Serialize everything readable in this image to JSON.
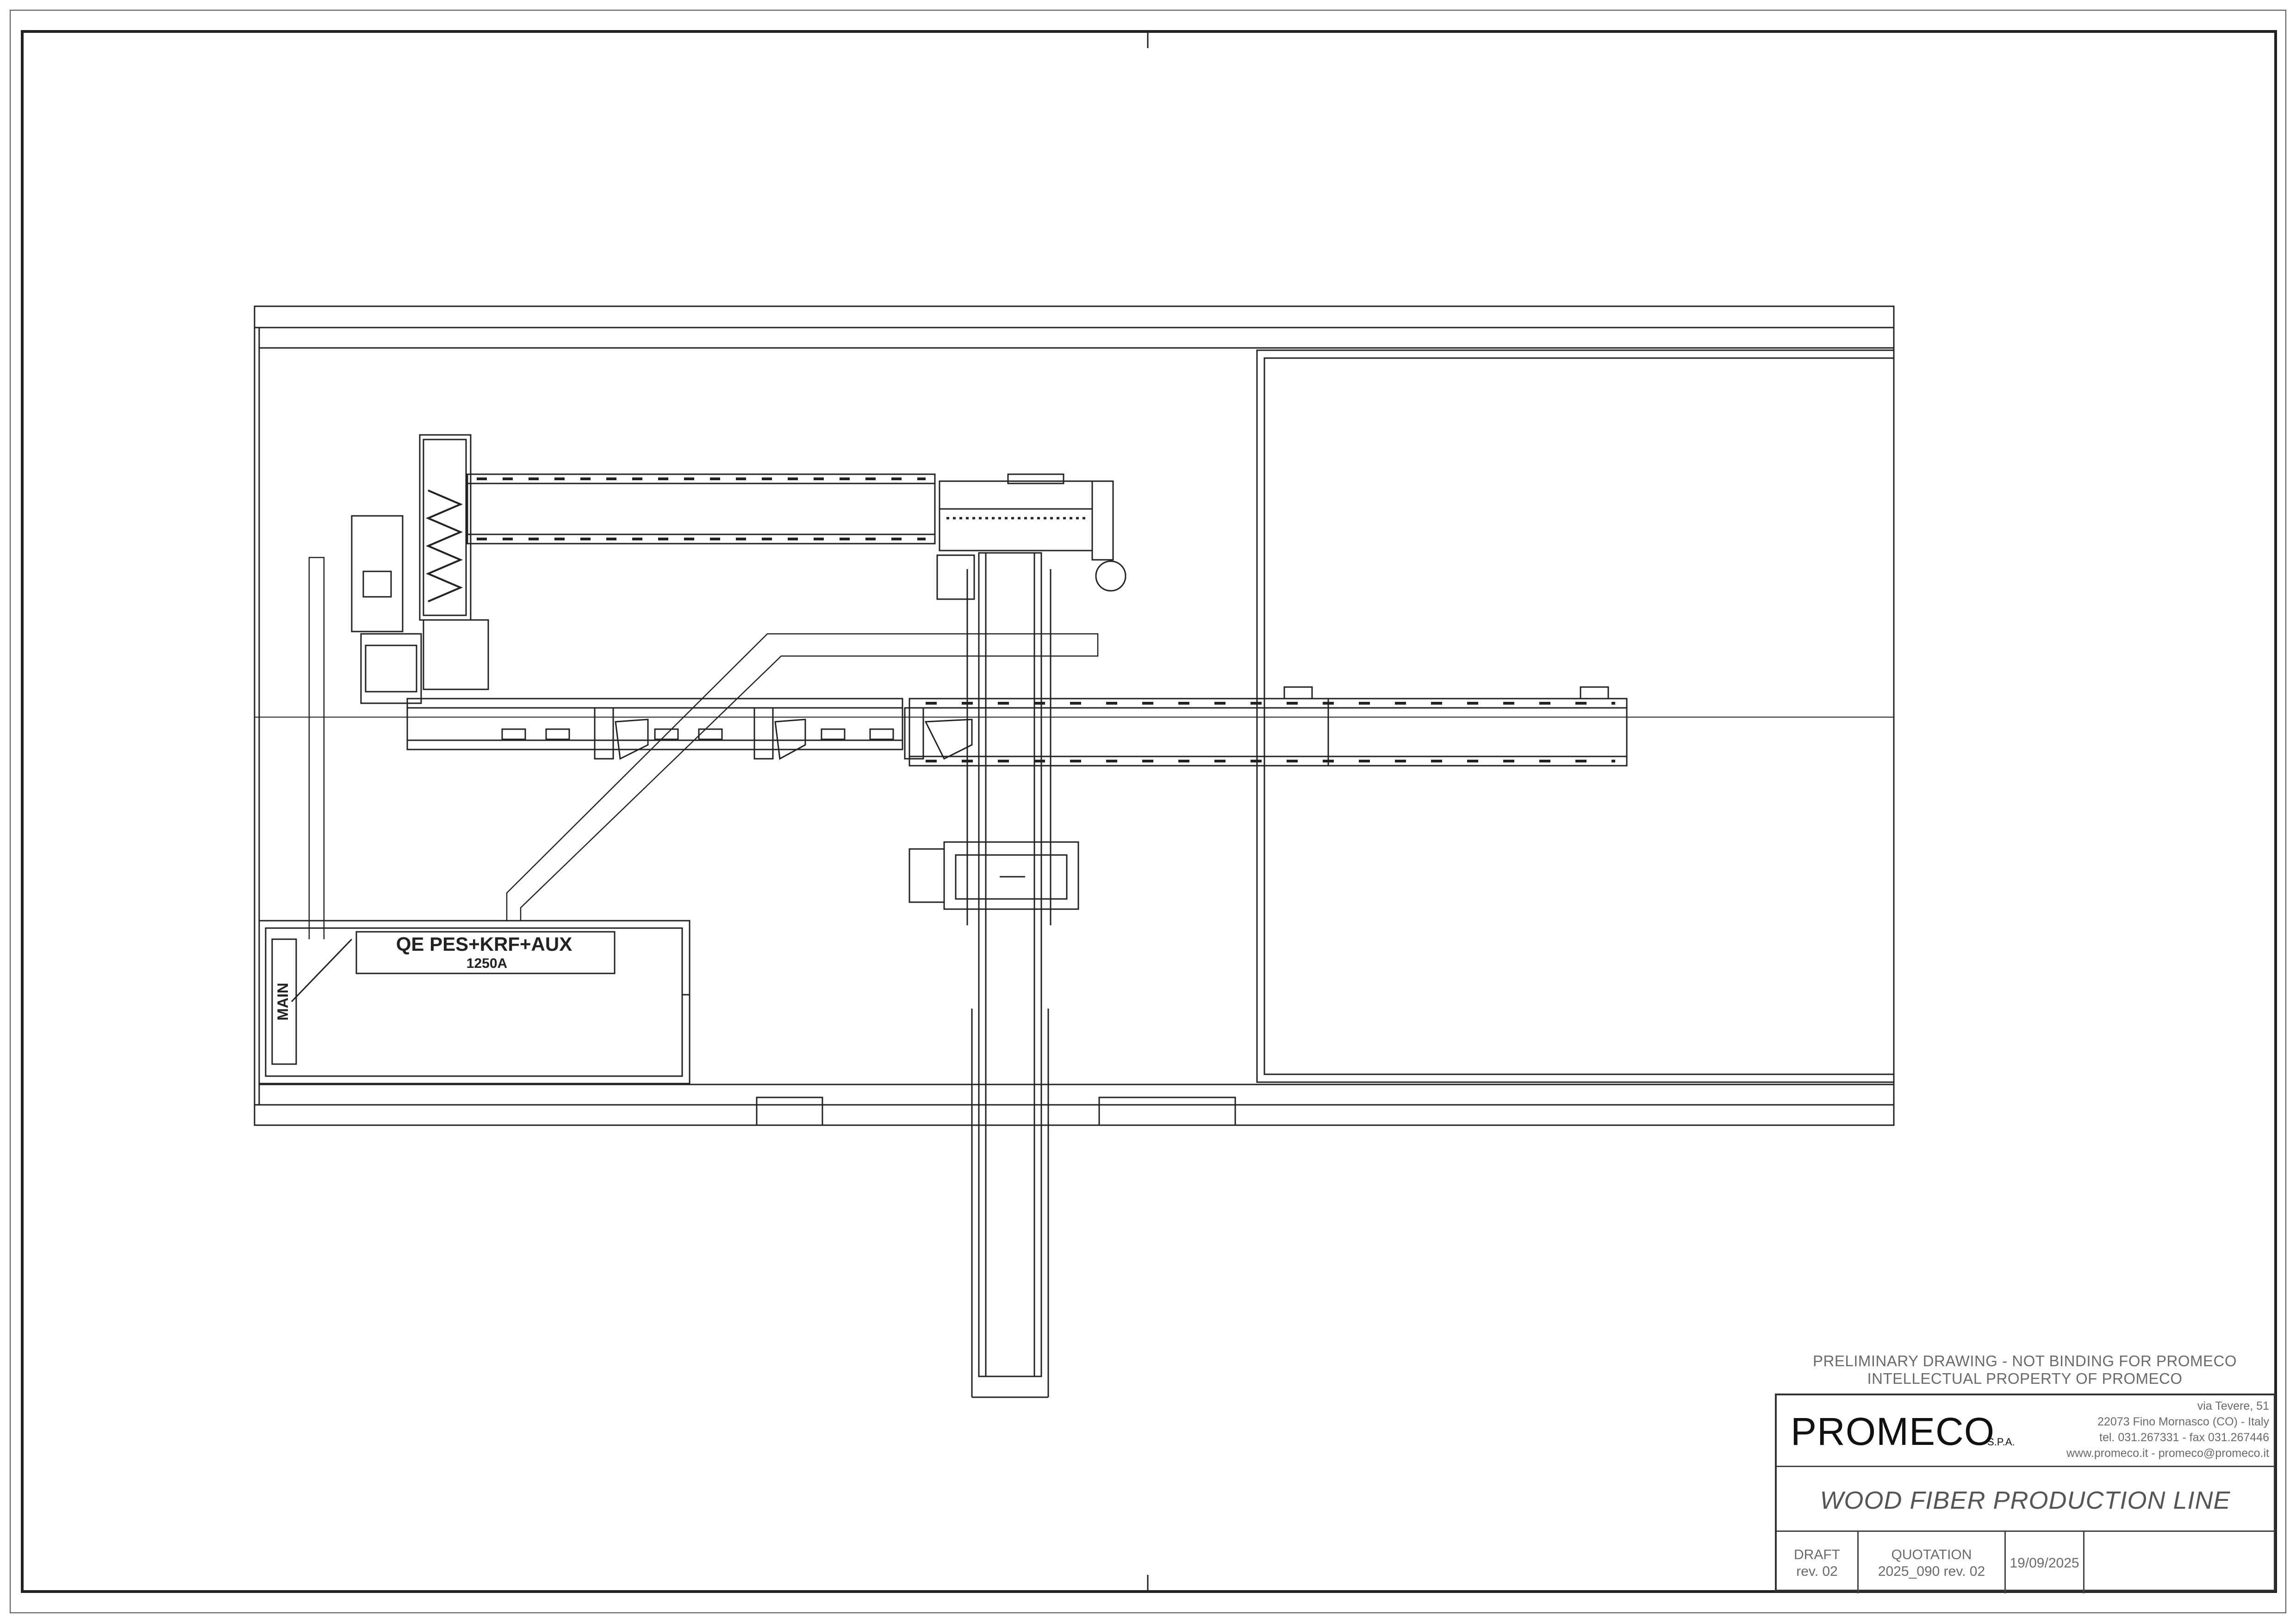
{
  "drawing": {
    "panel": {
      "title": "QE PES+KRF+AUX",
      "rating": "1250A",
      "main_label": "MAIN"
    }
  },
  "title_block": {
    "notice_line1": "PRELIMINARY DRAWING - NOT BINDING FOR PROMECO",
    "notice_line2": "INTELLECTUAL PROPERTY OF PROMECO",
    "company": "PROMECO",
    "company_suffix": "S.P.A.",
    "address": {
      "line1": "via Tevere, 51",
      "line2": "22073 Fino Mornasco (CO) - Italy",
      "line3": "tel. 031.267331 - fax 031.267446",
      "line4": "www.promeco.it - promeco@promeco.it"
    },
    "project_title": "WOOD FIBER PRODUCTION LINE",
    "status": "DRAFT",
    "revision": "rev. 02",
    "doc_type": "QUOTATION",
    "doc_number": "2025_090 rev. 02",
    "date": "19/09/2025"
  }
}
